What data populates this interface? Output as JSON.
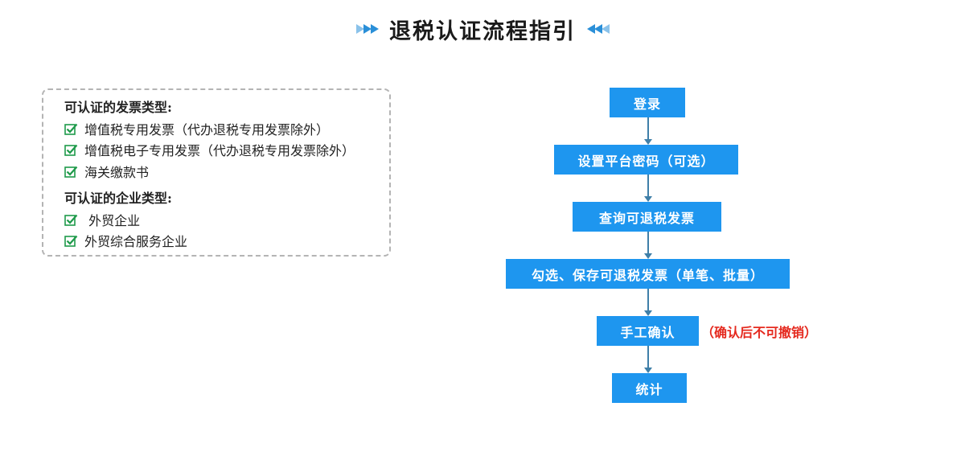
{
  "title": "退税认证流程指引",
  "colors": {
    "accent": "#1e96ef",
    "note": "#e52a1f",
    "check": "#1e9a4a"
  },
  "info_box": {
    "invoice_heading": "可认证的发票类型:",
    "invoice_types": [
      "增值税专用发票（代办退税专用发票除外）",
      "增值税电子专用发票（代办退税专用发票除外）",
      "海关缴款书"
    ],
    "enterprise_heading": "可认证的企业类型:",
    "enterprise_types": [
      " 外贸企业",
      "外贸综合服务企业"
    ]
  },
  "flow": {
    "steps": [
      "登录",
      "设置平台密码（可选）",
      "查询可退税发票",
      "勾选、保存可退税发票（单笔、批量）",
      "手工确认",
      "统计"
    ],
    "note": "（确认后不可撤销）"
  }
}
